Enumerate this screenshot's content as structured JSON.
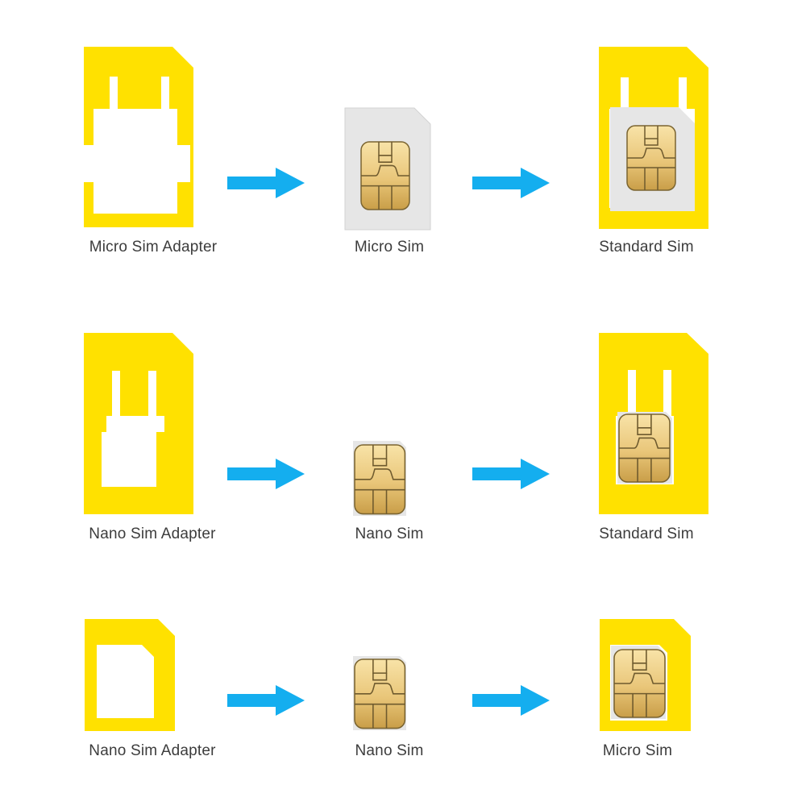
{
  "colors": {
    "adapter": "#FFE100",
    "sim_body": "#E6E6E6",
    "chip_light": "#F6DD9B",
    "chip_dark": "#C9A24E",
    "chip_line": "#6E5A2E",
    "arrow": "#14AEEF",
    "label_text": "#3C3C3C"
  },
  "rows": [
    {
      "adapter": {
        "label": "Micro Sim Adapter",
        "icon": "micro-to-standard-adapter-icon"
      },
      "sim": {
        "label": "Micro Sim",
        "icon": "micro-sim-card-icon"
      },
      "result": {
        "label": "Standard Sim",
        "icon": "standard-sim-with-micro-insert-icon"
      }
    },
    {
      "adapter": {
        "label": "Nano Sim Adapter",
        "icon": "nano-to-standard-adapter-icon"
      },
      "sim": {
        "label": "Nano Sim",
        "icon": "nano-sim-card-icon"
      },
      "result": {
        "label": "Standard Sim",
        "icon": "standard-sim-with-nano-insert-icon"
      }
    },
    {
      "adapter": {
        "label": "Nano Sim Adapter",
        "icon": "nano-to-micro-adapter-icon"
      },
      "sim": {
        "label": "Nano Sim",
        "icon": "nano-sim-card-icon"
      },
      "result": {
        "label": "Micro Sim",
        "icon": "micro-sim-with-nano-insert-icon"
      }
    }
  ]
}
